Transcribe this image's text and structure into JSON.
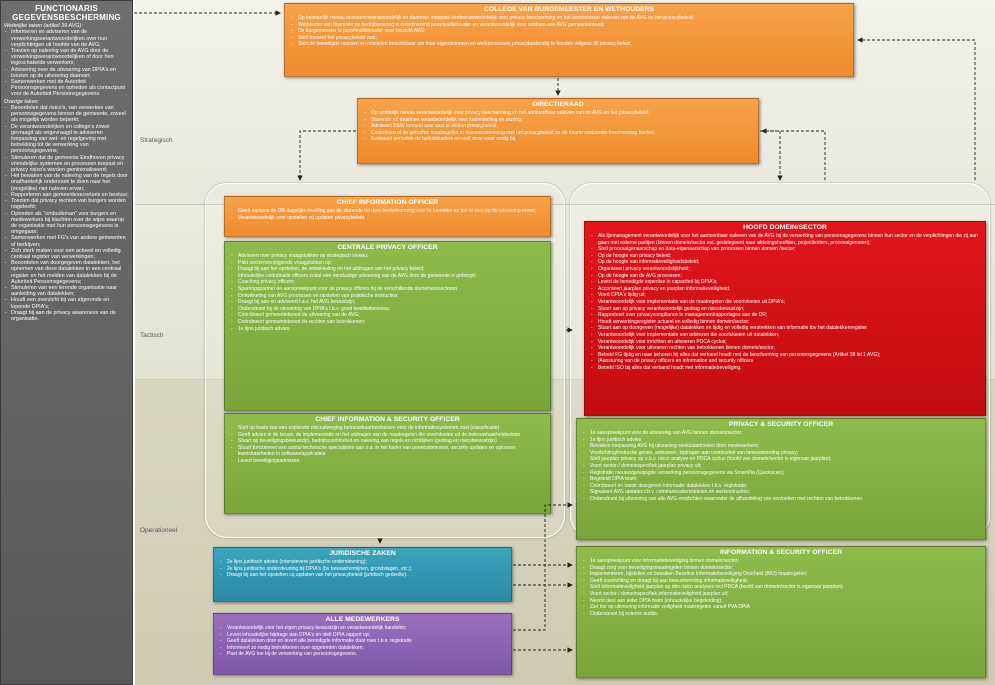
{
  "bands": {
    "strategic": "Strategisch",
    "tactical": "Tactisch",
    "operational": "Operationeel"
  },
  "sidebar": {
    "title": "FUNCTIONARIS GEGEVENSBESCHERMING",
    "legal_heading": "Wettelijke taken (artikel 39 AVG):",
    "legal_items": [
      "Informeren en adviseren van de verwerkingsverantwoordelijken over hun verplichtingen uit hoofde van de AVG;",
      "Toezien op naleving van de AVG door de verwerkingsverantwoordelijken of door hen ingeschakelde verwerkers;",
      "Advisering over de uitvoering van DPIA's en toezien op de uitvoering daarvan;",
      "Samenwerken met de Autoriteit Persoonsgegevens en optreden als contactpunt voor de Autoriteit Persoonsgegevens."
    ],
    "other_heading": "Overige taken:",
    "other_items": [
      "Beoordelen dat risico's, van verwerken van persoonsgegevens binnen de gemeente, zoveel als mogelijk worden beperkt;",
      "De verantwoordelijken en college's zowel gevraagd als ongevraagd te adviseren toepassing van wet- en regelgeving met betrekking tot de verwerking van persoonsgegevens;",
      "Stimuleren dat de gemeente Eindhoven privacy vriendelijke systemen en processen toepast en privacy risico's worden geminimaliseerd;",
      "Het bewaken van de naleving van de regels door onafhankelijk onderzoek te doen naar het (mogelijke) niet naleven ervan;",
      "Rapporteren aan gemeentesecretaris en bestuur;",
      "Toezien dat privacy rechten van burgers worden nageleefd;",
      "Optreden als \"ombudsman\" voor burgers en medewerkers bij klachten over de wijze waarop de organisatie met hun persoonsgegevens is omgegaan;",
      "Samenwerken met FG's van andere gemeenten of bedrijven;",
      "Zich sterk maken voor een actueel en volledig centraal register van verwerkingen;",
      "Beoordelen van doorgegeven datalekken, het opnemen van deze datalekken in een centraal register en het melden van datalekken bij de Autoriteit Persoonsgegevens;",
      "Stimuleren van een lerende organisatie naar aanleiding van datalekken;",
      "Houdt een overzicht bij van afgeronde en lopende DPIA's;",
      "Draagt bij aan de privacy awareness van de organisatie."
    ]
  },
  "boxes": {
    "college": {
      "title": "COLLEGE VAN BURGEMEESTER EN WETHOUDERS",
      "items": [
        "Op bestuurlijk niveau bestuursverantwoordelijk en daarmee integraal eindverantwoordelijk voor privacy bescherming en het aantoonbaar naleven van de AVG en het privacybeleid;",
        "Wethouder van financiën en bedrijfsvoering is coördinerend portefeuillehouder en verantwoordelijk voor voldoen aan AVG gemeentebreed;",
        "De burgemeester is portefeuillehouder voor toezicht AVG;",
        "Stelt formeel het privacybeleid vast;",
        "Stelt de benodigde mensen en middelen beschikbaar om haar eigendommen en werkprocessen privacybestendig te houden volgens dit privacy beleid."
      ]
    },
    "directieraad": {
      "title": "DIRECTIERAAD",
      "items": [
        "Op ambtelijk niveau verantwoordelijk voor privacy bescherming en het aantoonbaar naleven van de AVG en het privacybeleid;",
        "Sturende rol daarmee verantwoordelijk voor kaderstelling en sturing;",
        "Adviseert B&W formeel over vast te stellen privacybeleid;",
        "Controleert of de getroffen maatregelen in overeenstemming met het privacybeleid en de daarin voldoende bescherming bieden;",
        "Evalueert periodiek de beleidskaders en stelt deze waar nodig bij."
      ]
    },
    "cio": {
      "title": "CHIEF INFORMATION OFFICER",
      "items": [
        "Geeft namens de DR dagelijks invulling aan de sturende rol door besluitvorming voor te bereiden en toe te zien op de uitvoering ervan;",
        "Verantwoordelijk voor opstellen cq updaten privacybeleid."
      ]
    },
    "cpo": {
      "title": "CENTRALE PRIVACY OFFICER",
      "items": [
        "Adviseert over privacy vraagstukken op strategisch niveau;",
        "Pakt sectoroverstijgende vraagstukken op;",
        "Draagt bij aan het opstellen, de ontwikkeling en het uitdragen van het privacy beleid;",
        "Inhoudelijke coördinatie officers zodat een eenduidige uitvoering van de AVG door de gemeente is geborgd;",
        "Coaching privacy officers;",
        "Sparringspartner en aanspreekpunt voor de privacy officers bij de verschillende domeinen/sectoren",
        "Ontwikkeling van AVG processen en opstellen van praktische instructies;",
        "Draagt bij aan en adviseert t.a.v. het AVG bewustzijn;",
        "Ondersteunt bij de uitvoering van DPIA's t.b.v. goed kwaliteitsniveau;",
        "Coördineert gemeentebreed de uitvoering van de AVG;",
        "Coördineert gemeentebreed de rechten van betrokkenen;",
        "1e lijns juridisch advies."
      ]
    },
    "ciso": {
      "title": "CHIEF INFORMATION & SECURITY OFFICER",
      "items": [
        "Stelt op basis van een expliciete risicoafweging betrouwbaarheidseisen voor de informatiesystemen vast (classificatie)",
        "Geeft advies in de keuze, de implementatie en het uitdragen van de maatregelen die voortvloeien uit de betrouwbaarheidseisen",
        "Stuurt op beveiligingsbewustzijn, bedrijfscontinuïteit en naleving van regels en richtlijnen (gedrag en risicobewustzijn)",
        "Stuurt functioneel een aantal technische specialisten aan o.a. in het kader van penetratietesten, security updates en oplossen kwetsbaarheden in software/applicaties",
        "Levert beveiligingsadviezen."
      ]
    },
    "hoofd": {
      "title": "HOOFD DOMEIN/SECTOR",
      "items": [
        "Als lijnmanagement verantwoordelijk voor het aantoonbaar naleven van de AVG bij de verwerking van persoonsgegevens binnen hun sector en de verplichtingen die zij aan gaan met externe partijen (binnen domein/sector evt. gedelegeerd naar afdelingshoofden, projectleiders, procesaigenaren);",
        "Stelt procesaigenaarschap en data-eigenaarschap van processen binnen domein /sector;",
        "Op de hoogte van privacy beleid;",
        "Op de hoogte van informatieveiligheidsbeleid;",
        "Organiseert privacy verantwoordelijkheid;",
        "Op de hoogte van de AVG processen;",
        "Levert de benodigde expertise in capaciteit bij DPIA's;",
        "Accordeert jaarplan privacy en jaarplan informatieveiligheid;",
        "Voert DPIA's tijdig uit;",
        "Verantwoordelijk voor implementatie van de maatregelen die voortvloeien uit DPIA's;",
        "Stuurt aan op privacy verantwoordelijk gedrag en risicobewustzijn;",
        "Rapporteert over privacycompliance in managementrapportages aan de DR;",
        "Houdt verwerkingsregister actueel en volledig binnen domein/sector;",
        "Stuurt aan op doorgeven (mogelijke) datalekken en tijdig en volledig verstrekken van informatie tbv het datalekkenregister",
        "Verantwoordelijk voor implementatie van adviezen die voortvloeien uit datalekken;",
        "Verantwoordelijk voor inrichten en uitvoeren PDCA cyclus;",
        "Verantwoordelijk voor uitvoeren rechten van betrokkenen binnen domein/sector;",
        "Betrekt FG tijdig en naar behoren bij alles dat verband houdt met de bescherming van persoonsgegevens (Artikel 38 lid 1 AVG);",
        "/Aansturing van de privacy officers en information and security officers",
        "Betrekt ISO bij alles dat verband houdt met informatiebeveiliging."
      ]
    },
    "po": {
      "title": "PRIVACY & SECURITY OFFICER",
      "items": [
        "1e aanspreekpunt voor de uitvoering van AVG binnen domein/sector;",
        "1e lijns juridisch advies",
        "Bewaken toepassing AVG bij uitvoering werkzaamheden door medewerkers;",
        "Voorlichting/instructie geven, adviseren, bijdragen aan continuïteit van bewustwording privacy;",
        "Stelt jaarplan privacy op o.b.v. risico analyse en PDCA cyclus (hoofd van domein/sector is eigenaar jaarplan);",
        "Voert sector-/ domeinspecifiek jaarplan privacy uit;",
        "Registratie nieuwe/gewijzigde verwerking persoonsgegevens via SmartPia (Quickscan);",
        "Begeleidt DPIA team;",
        "Coördineert en toetst doorgeven informatie datalekken t.b.v. registratie;",
        "Signaleert AVG updates t.b.v. communicatiemiddelen en werkinstructies;",
        "Ondersteunt bij uitvoering van alle AVG-verplichten waaronder de afhandeling van verzoeken met rechten van betrokkenen."
      ]
    },
    "iso": {
      "title": "INFORMATION & SECURITY OFFICER",
      "items": [
        "1e aanspreekpunt voor informatiebeveiliging binnen domein/sector;",
        "Draagt zorg voor beveiligingsmaatregelen binnen domein/sector;",
        "Implementeren, bijstellen en bewaken Baseline Informatiebeveiliging Overheid (BIO) maatregelen;",
        "Geeft voorlichting en draagt bij aan bewustwording informatieveiligheid;",
        "Stelt informatieveiligheid jaarplan op obv risico analyses incl PDCA (hoofd van domein/sector is eigenaar jaarplan);",
        "Voert sector-/ domeinspecifiek informatieveiligheid jaarplan uit;",
        "Neemt deel aan ieder DPIA team (inhoudelijke begeleiding);",
        "Ziet toe op uitvoering informatie veiligheid maatregelen vanuit PVA DPIA",
        "Ondersteunt bij externe audits."
      ]
    },
    "juridisch": {
      "title": "JURIDISCHE ZAKEN",
      "items": [
        "2e lijns juridisch advies (intensievere juridische ondersteuning);",
        "2e lijns juridische ondersteuning bij DPIA's (bv bewaartermijnen, grondslagen, etc.);",
        "Draagt bij aan het opstellen cq updaten van het privacybeleid (juridisch gedeelte)."
      ]
    },
    "medewerkers": {
      "title": "ALLE MEDEWERKERS",
      "items": [
        "Verantwoordelijk voor het eigen privacy bewustzijn en verantwoordelijk handelen;",
        "Levert inhoudelijke bijdrage aan DPIA's en stelt DPIA rapport op;",
        "Geeft datalekken door en levert alle benodigde informatie daar over t.b.v. registratie",
        "Informeert zo nodig betrokkenen over opgetreden datalekken;",
        "Past de AVG toe bij de verwerking van persoonsgegevens."
      ]
    }
  }
}
